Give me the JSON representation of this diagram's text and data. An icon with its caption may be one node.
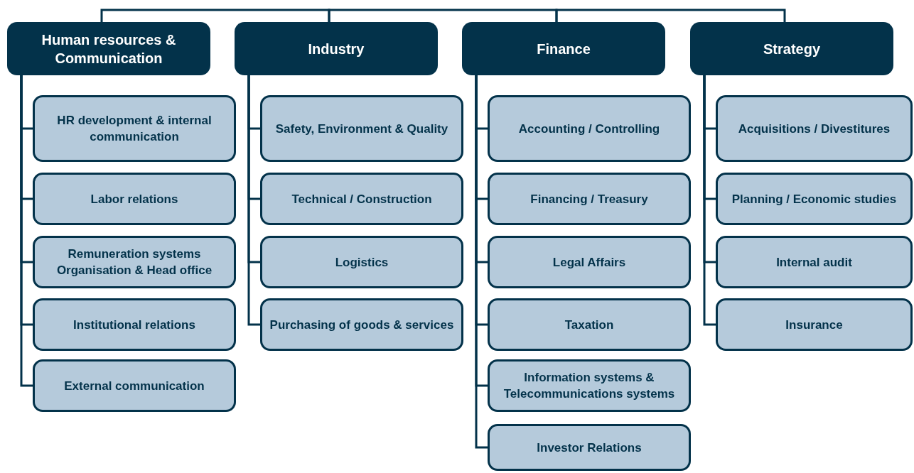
{
  "diagram": {
    "nodes": [
      {
        "text": [
          "Human resources & Communication"
        ]
      },
      {
        "text": [
          "Industry"
        ]
      },
      {
        "text": [
          "Finance"
        ]
      },
      {
        "text": [
          "Strategy"
        ]
      },
      {
        "text": [
          "HR development & internal communication"
        ]
      },
      {
        "text": [
          "Labor relations"
        ]
      },
      {
        "text": [
          "Remuneration systems Organisation & Head office"
        ]
      },
      {
        "text": [
          "Institutional relations"
        ]
      },
      {
        "text": [
          "External communication"
        ]
      },
      {
        "text": [
          "Safety, Environment & Quality"
        ]
      },
      {
        "text": [
          "Technical / Construction"
        ]
      },
      {
        "text": [
          "Logistics"
        ]
      },
      {
        "text": [
          "Purchasing of goods & services"
        ]
      },
      {
        "text": [
          "Accounting / Controlling"
        ]
      },
      {
        "text": [
          "Financing / Treasury"
        ]
      },
      {
        "text": [
          "Legal Affairs"
        ]
      },
      {
        "text": [
          "Taxation"
        ]
      },
      {
        "text": [
          "Information systems & Telecommunications systems"
        ]
      },
      {
        "text": [
          "Investor Relations"
        ]
      },
      {
        "text": [
          "Acquisitions / Divestitures"
        ]
      },
      {
        "text": [
          "Planning / Economic studies"
        ]
      },
      {
        "text": [
          "Internal audit"
        ]
      },
      {
        "text": [
          "Insurance"
        ]
      }
    ],
    "edges": [
      {
        "from": 0,
        "to": 1,
        "arrow": "none"
      },
      {
        "from": 1,
        "to": 2,
        "arrow": "none"
      },
      {
        "from": 2,
        "to": 3,
        "arrow": "none"
      },
      {
        "from": 0,
        "to": 4,
        "arrow": "none"
      },
      {
        "from": 0,
        "to": 5,
        "arrow": "none"
      },
      {
        "from": 0,
        "to": 6,
        "arrow": "none"
      },
      {
        "from": 0,
        "to": 7,
        "arrow": "none"
      },
      {
        "from": 0,
        "to": 8,
        "arrow": "none"
      },
      {
        "from": 1,
        "to": 9,
        "arrow": "none"
      },
      {
        "from": 1,
        "to": 10,
        "arrow": "none"
      },
      {
        "from": 1,
        "to": 11,
        "arrow": "none"
      },
      {
        "from": 1,
        "to": 12,
        "arrow": "none"
      },
      {
        "from": 2,
        "to": 13,
        "arrow": "none"
      },
      {
        "from": 2,
        "to": 14,
        "arrow": "none"
      },
      {
        "from": 2,
        "to": 15,
        "arrow": "none"
      },
      {
        "from": 2,
        "to": 16,
        "arrow": "none"
      },
      {
        "from": 2,
        "to": 17,
        "arrow": "none"
      },
      {
        "from": 2,
        "to": 18,
        "arrow": "none"
      },
      {
        "from": 3,
        "to": 19,
        "arrow": "none"
      },
      {
        "from": 3,
        "to": 20,
        "arrow": "none"
      },
      {
        "from": 3,
        "to": 21,
        "arrow": "none"
      },
      {
        "from": 3,
        "to": 22,
        "arrow": "none"
      }
    ]
  }
}
